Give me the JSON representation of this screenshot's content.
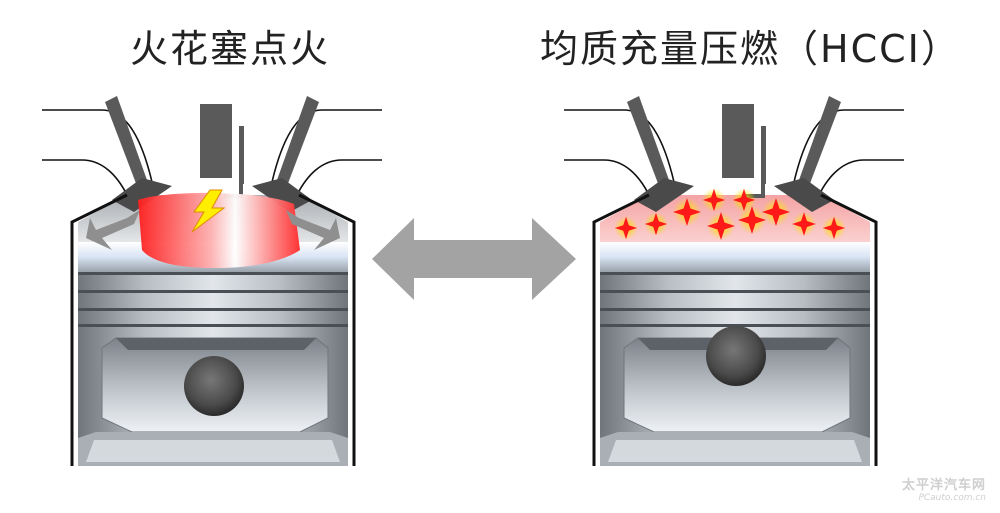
{
  "left_panel": {
    "title": "火花塞点火"
  },
  "right_panel": {
    "title": "均质充量压燃（HCCI）"
  },
  "watermark": {
    "cn": "太平洋汽车网",
    "en": "PCauto.com.cn"
  },
  "colors": {
    "flame": "#ff2020",
    "spark": "#ffee00",
    "star": "#ff1a1a",
    "piston": "#9aa0a6",
    "arrow": "#999999",
    "outline": "#111111"
  }
}
